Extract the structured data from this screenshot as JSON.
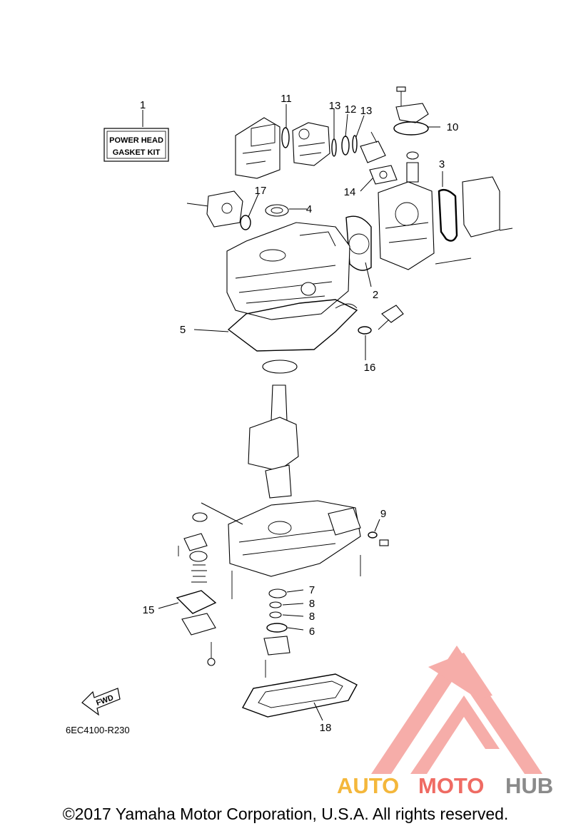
{
  "kit_box": {
    "line1": "POWER HEAD",
    "line2": "GASKET KIT"
  },
  "callouts": {
    "c1": "1",
    "c2": "2",
    "c3": "3",
    "c4": "4",
    "c5": "5",
    "c6": "6",
    "c7": "7",
    "c8a": "8",
    "c8b": "8",
    "c9": "9",
    "c10": "10",
    "c11": "11",
    "c12": "12",
    "c13a": "13",
    "c13b": "13",
    "c14": "14",
    "c15": "15",
    "c16": "16",
    "c17": "17",
    "c18": "18"
  },
  "fwd_label": "FWD",
  "diagram_code": "6EC4100-R230",
  "watermark": {
    "part1": "AUTO",
    "part2": "MOTO",
    "part3": "HUB",
    "color1": "#f4b73b",
    "color2": "#ef6b63",
    "color3": "#8a8a8a"
  },
  "copyright": "©2017 Yamaha Motor Corporation, U.S.A. All rights reserved."
}
